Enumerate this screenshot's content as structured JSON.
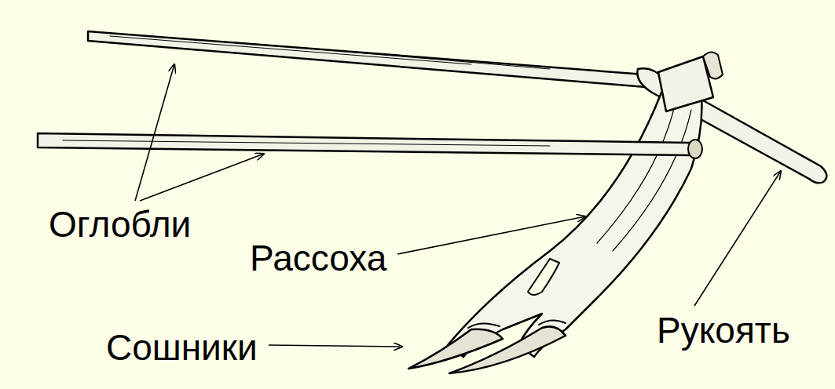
{
  "diagram": {
    "labels": [
      "Оглобли",
      "Рассоха",
      "Сошники",
      "Рукоять"
    ]
  }
}
